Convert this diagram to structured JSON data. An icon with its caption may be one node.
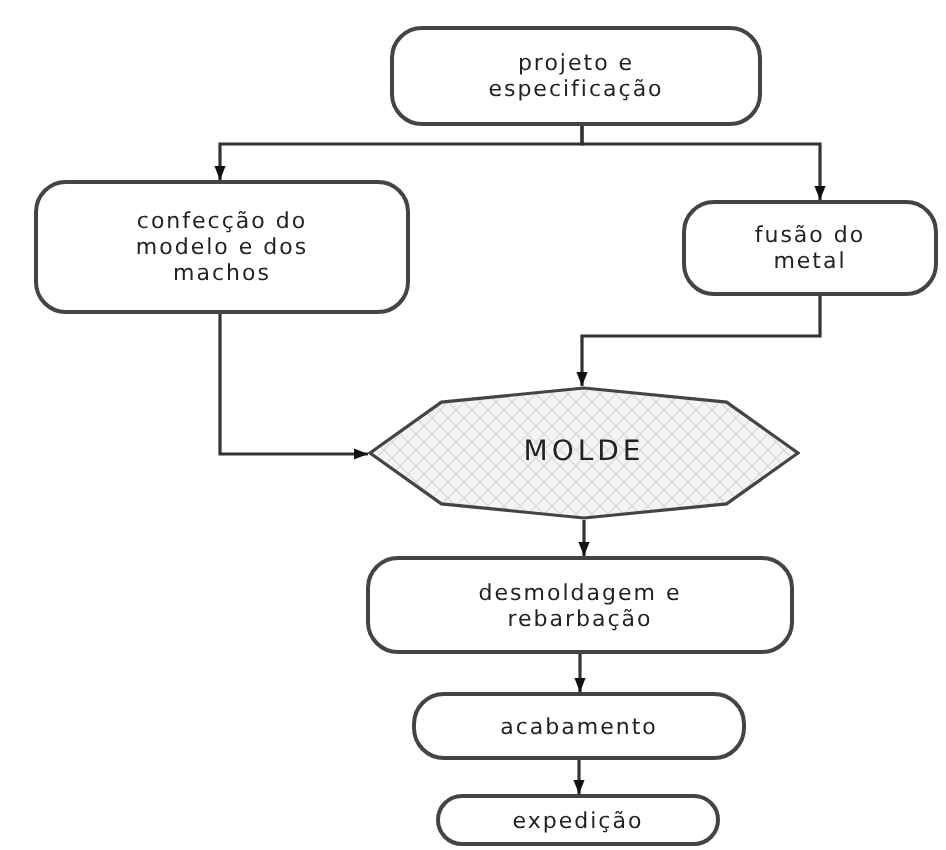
{
  "diagram": {
    "nodes": [
      {
        "text": [
          "projeto e especificação"
        ]
      },
      {
        "text": [
          "confecção do modelo e dos machos"
        ]
      },
      {
        "text": [
          "fusão do metal"
        ]
      },
      {
        "text": [
          "MOLDE"
        ]
      },
      {
        "text": [
          "desmoldagem e rebarbação"
        ]
      },
      {
        "text": [
          "acabamento"
        ]
      },
      {
        "text": [
          "expedição"
        ]
      }
    ],
    "edges": [
      {
        "from": 0,
        "to": 1,
        "arrow": "to"
      },
      {
        "from": 0,
        "to": 2,
        "arrow": "to"
      },
      {
        "from": 1,
        "to": 3,
        "arrow": "to"
      },
      {
        "from": 2,
        "to": 3,
        "arrow": "to"
      },
      {
        "from": 3,
        "to": 4,
        "arrow": "to"
      },
      {
        "from": 4,
        "to": 5,
        "arrow": "to"
      },
      {
        "from": 5,
        "to": 6,
        "arrow": "to"
      }
    ]
  }
}
